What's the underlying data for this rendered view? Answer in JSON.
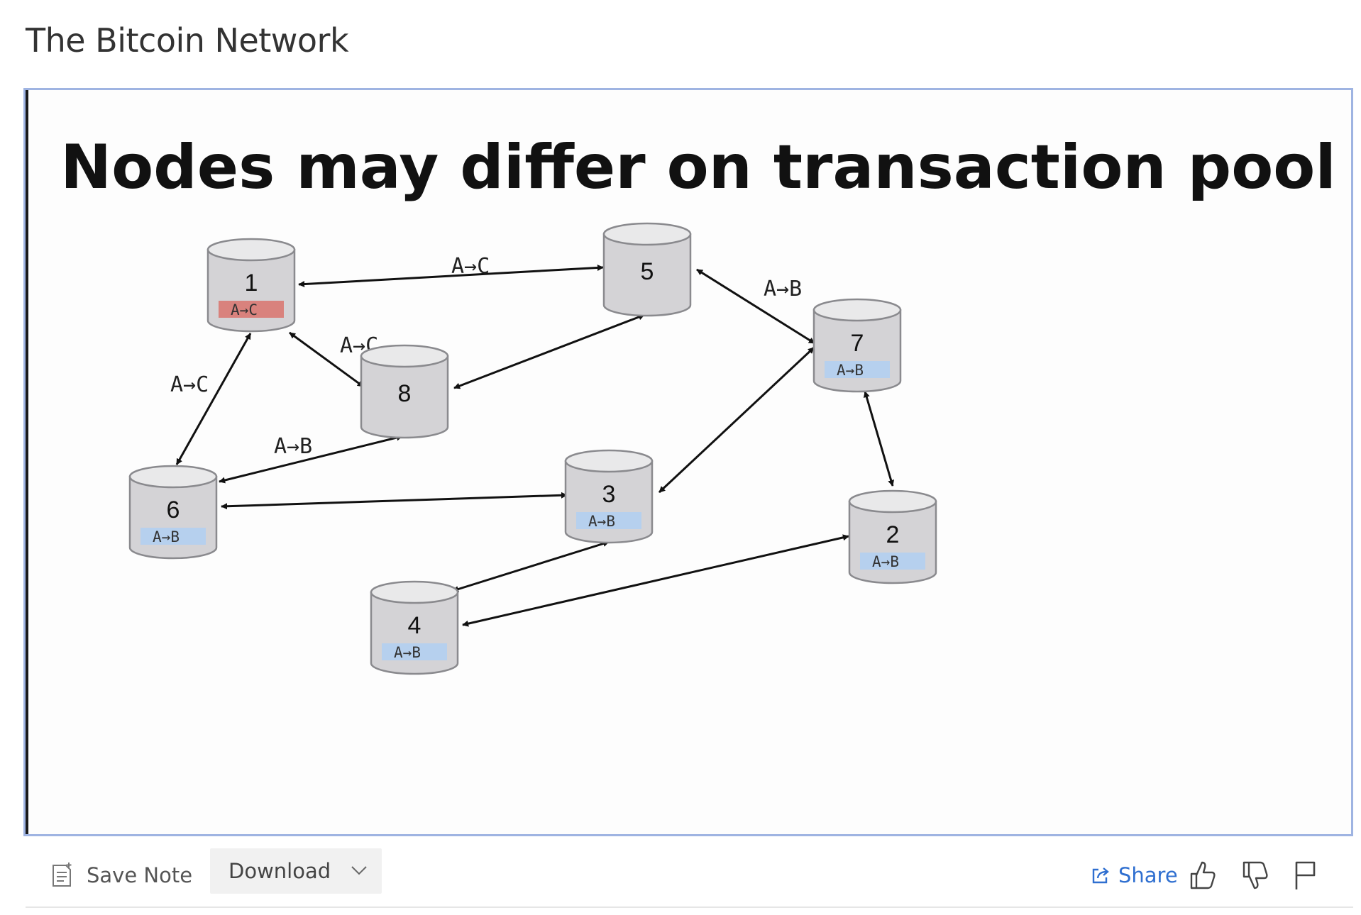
{
  "page": {
    "title": "The Bitcoin Network"
  },
  "slide": {
    "heading": "Nodes may differ on transaction pool",
    "nodes": [
      {
        "id": "1",
        "label": "1",
        "pool": "A→C",
        "pool_color": "#d9827d"
      },
      {
        "id": "5",
        "label": "5",
        "pool": "",
        "pool_color": ""
      },
      {
        "id": "7",
        "label": "7",
        "pool": "A→B",
        "pool_color": "#b6d0ee"
      },
      {
        "id": "8",
        "label": "8",
        "pool": "",
        "pool_color": ""
      },
      {
        "id": "6",
        "label": "6",
        "pool": "A→B",
        "pool_color": "#b6d0ee"
      },
      {
        "id": "3",
        "label": "3",
        "pool": "A→B",
        "pool_color": "#b6d0ee"
      },
      {
        "id": "2",
        "label": "2",
        "pool": "A→B",
        "pool_color": "#b6d0ee"
      },
      {
        "id": "4",
        "label": "4",
        "pool": "A→B",
        "pool_color": "#b6d0ee"
      }
    ],
    "edges": [
      {
        "from": "1",
        "to": "5",
        "label": "A→C"
      },
      {
        "from": "5",
        "to": "7",
        "label": "A→B"
      },
      {
        "from": "1",
        "to": "8",
        "label": "A→C"
      },
      {
        "from": "5",
        "to": "8",
        "label": ""
      },
      {
        "from": "1",
        "to": "6",
        "label": "A→C"
      },
      {
        "from": "8",
        "to": "6",
        "label": "A→B"
      },
      {
        "from": "6",
        "to": "3",
        "label": ""
      },
      {
        "from": "7",
        "to": "3",
        "label": ""
      },
      {
        "from": "7",
        "to": "2",
        "label": ""
      },
      {
        "from": "3",
        "to": "4",
        "label": ""
      },
      {
        "from": "4",
        "to": "2",
        "label": ""
      }
    ]
  },
  "toolbar": {
    "save_note_label": "Save Note",
    "download_label": "Download",
    "share_label": "Share"
  },
  "colors": {
    "accent": "#2f6fd0",
    "frame_border": "#9fb4e2",
    "node_fill": "#d4d3d6"
  },
  "icons": {
    "save_note": "note-icon",
    "download": "chevron-down-icon",
    "share": "share-icon",
    "like": "thumbs-up-icon",
    "dislike": "thumbs-down-icon",
    "flag": "flag-icon"
  }
}
